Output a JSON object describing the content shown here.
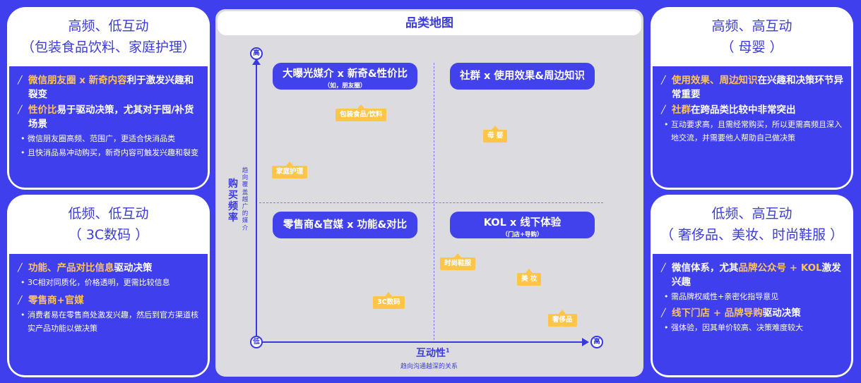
{
  "cards": {
    "top_left": {
      "title": "高频、低互动",
      "subtitle": "（包装食品饮料、家庭护理）",
      "p1_hl": "微信朋友圈 x 新奇内容",
      "p1_rest": "利于激发兴趣和裂变",
      "p2_hl": "性价比",
      "p2_rest": "易于驱动决策，尤其对于囤/补货场景",
      "s1": "微信朋友圈高频、范围广，更适合快消品类",
      "s2": "且快消品易冲动购买，新奇内容可触发兴趣和裂变"
    },
    "bottom_left": {
      "title": "低频、低互动",
      "subtitle": "（ 3C数码 ）",
      "p1_hl": "功能、产品对比信息",
      "p1_rest": "驱动决策",
      "s1": "3C相对同质化，价格透明，更需比较信息",
      "p2_hl": "零售商+官媒",
      "s2": "消费者易在零售商处激发兴趣，然后到官方渠道核实产品功能以做决策"
    },
    "top_right": {
      "title": "高频、高互动",
      "subtitle": "（ 母婴 ）",
      "p1_hl": "使用效果、周边知识",
      "p1_rest": "在兴趣和决策环节异常重要",
      "p2_hl": "社群",
      "p2_rest": "在跨品类比较中非常突出",
      "s1": "互动要求高，且需经常购买，所以更需高频且深入地交流，并需要他人帮助自己做决策"
    },
    "bottom_right": {
      "title": "低频、高互动",
      "subtitle": "（ 奢侈品、美妆、时尚鞋服 ）",
      "p1_a": "微信体系，尤其",
      "p1_hl": "品牌公众号 + KOL",
      "p1_b": "激发兴趣",
      "s1": "需品牌权威性+亲密化指导意见",
      "p2_hl": "线下门店 + 品牌导购",
      "p2_rest": "驱动决策",
      "s2": "强体验，因其单价较高、决策难度较大"
    }
  },
  "map": {
    "title": "品类地图",
    "y_high": "高",
    "low": "低",
    "x_high": "高",
    "y_label": "购买频率",
    "y_sub": "趋向覆盖越广的媒介",
    "x_label": "互动性",
    "x_sup": "1",
    "x_sub": "趋向沟通越深的关系",
    "quadrants": {
      "tl": {
        "label": "大曝光媒介 x 新奇&性价比",
        "sub": "（如，朋友圈）"
      },
      "tr": {
        "label": "社群 x 使用效果&周边知识"
      },
      "bl": {
        "label": "零售商&官媒 x 功能&对比"
      },
      "br": {
        "label": "KOL x 线下体验",
        "sub": "（门店+导购）"
      }
    },
    "tags": {
      "food": "包装食品/饮料",
      "home": "家庭护理",
      "baby": "母 婴",
      "fashion": "时尚鞋服",
      "beauty": "美 妆",
      "digital": "3C数码",
      "luxury": "奢侈品"
    }
  },
  "colors": {
    "background": "#3f3fee",
    "accent": "#3b3bdc",
    "highlight": "#ffc35c",
    "tag": "#ffc547",
    "map_bg": "#dcdce0"
  }
}
